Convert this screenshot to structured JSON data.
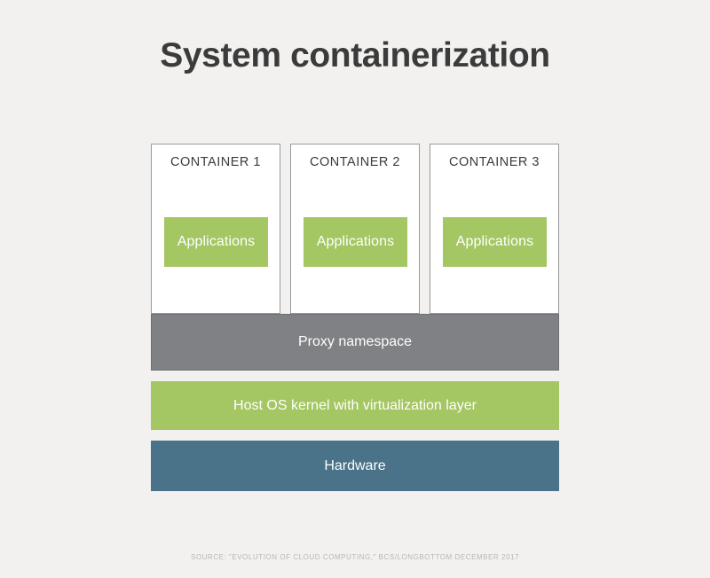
{
  "title": "System containerization",
  "background_color": "#f2f1ef",
  "colors": {
    "green": "#a4c663",
    "gray": "#7f8184",
    "blue": "#4a7389",
    "container_fill": "#ffffff",
    "container_border": "#9a9a9a",
    "title_text": "#3b3b3b",
    "source_text": "#b9b7b4"
  },
  "containers": [
    {
      "label": "CONTAINER 1",
      "app_label": "Applications"
    },
    {
      "label": "CONTAINER 2",
      "app_label": "Applications"
    },
    {
      "label": "CONTAINER 3",
      "app_label": "Applications"
    }
  ],
  "layers": {
    "proxy": "Proxy namespace",
    "kernel": "Host OS kernel with virtualization layer",
    "hardware": "Hardware"
  },
  "source": "SOURCE: \"EVOLUTION OF CLOUD COMPUTING,\" BCS/LONGBOTTOM DECEMBER 2017"
}
